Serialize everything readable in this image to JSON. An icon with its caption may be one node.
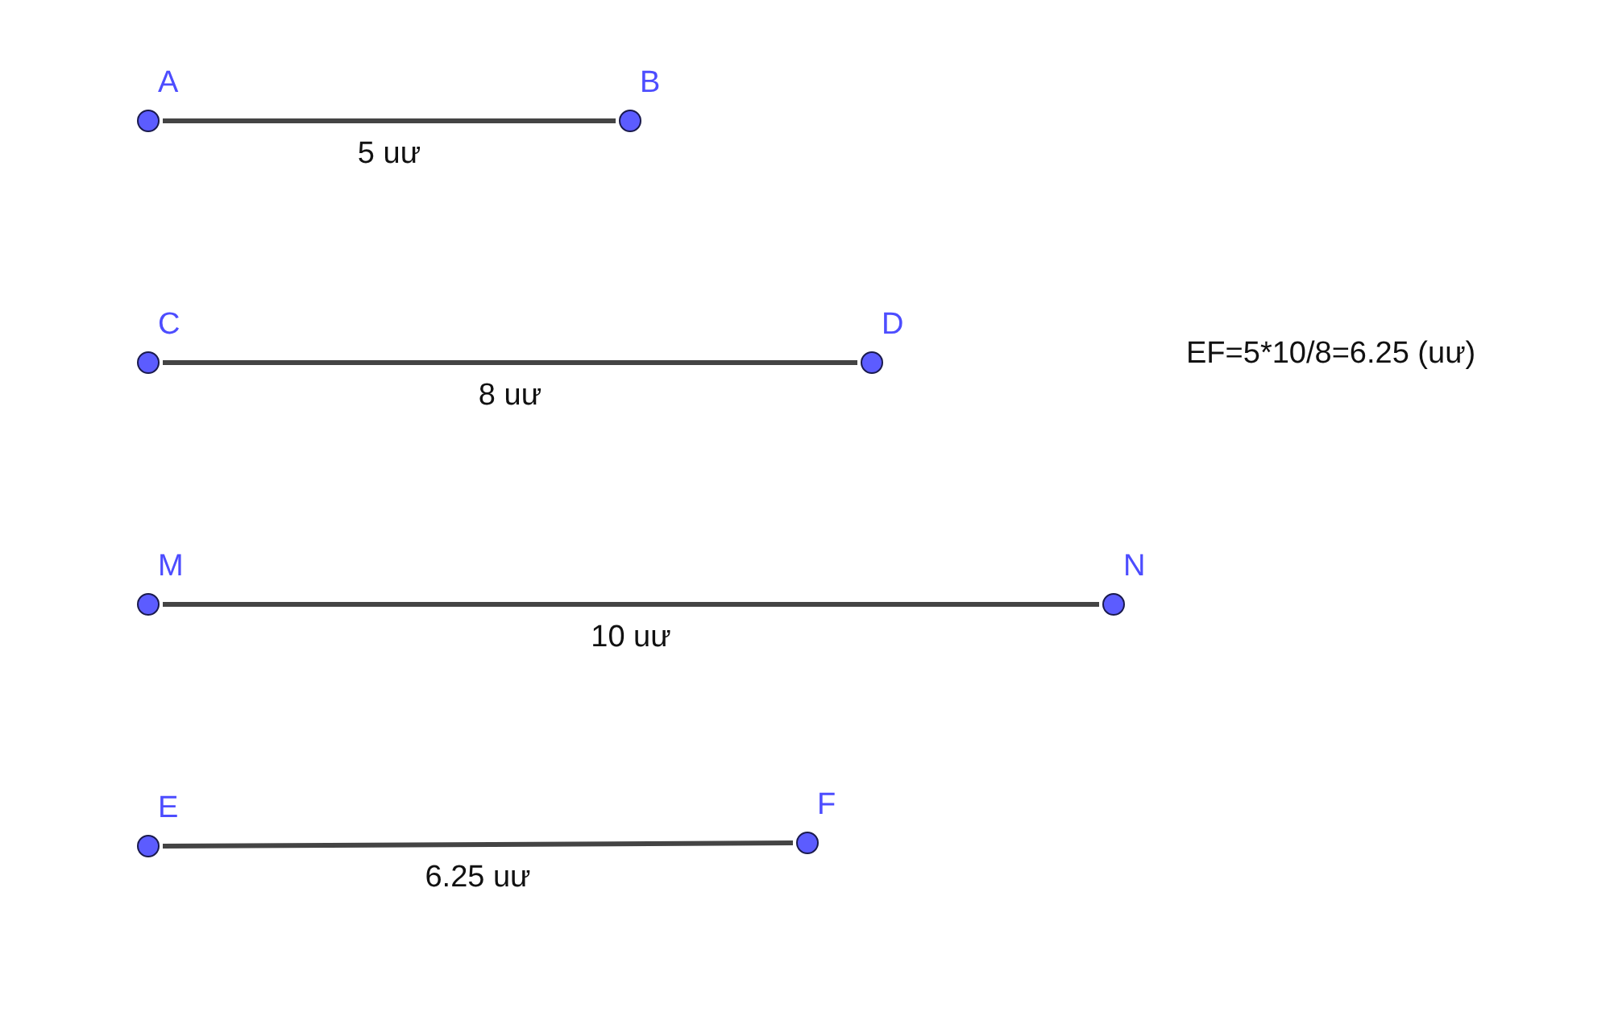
{
  "diagram": {
    "nodes": [
      {
        "text": [],
        "shape": "circle",
        "beside": [
          "A"
        ]
      },
      {
        "text": [],
        "shape": "circle",
        "beside": [
          "B"
        ]
      },
      {
        "text": [],
        "shape": "circle",
        "beside": [
          "C"
        ]
      },
      {
        "text": [],
        "shape": "circle",
        "beside": [
          "D"
        ]
      },
      {
        "text": [],
        "shape": "circle",
        "beside": [
          "M"
        ]
      },
      {
        "text": [],
        "shape": "circle",
        "beside": [
          "N"
        ]
      },
      {
        "text": [],
        "shape": "circle",
        "beside": [
          "E"
        ]
      },
      {
        "text": [],
        "shape": "circle",
        "beside": [
          "F"
        ]
      }
    ],
    "edges": [
      {
        "from": 0,
        "to": 1,
        "arrow": "none",
        "label": "5 uư"
      },
      {
        "from": 2,
        "to": 3,
        "arrow": "none",
        "label": "8 uư"
      },
      {
        "from": 4,
        "to": 5,
        "arrow": "none",
        "label": "10 uư"
      },
      {
        "from": 6,
        "to": 7,
        "arrow": "none",
        "label": "6.25 uư"
      }
    ],
    "labels": [
      "EF=5*10/8=6.25 (uư)"
    ]
  }
}
